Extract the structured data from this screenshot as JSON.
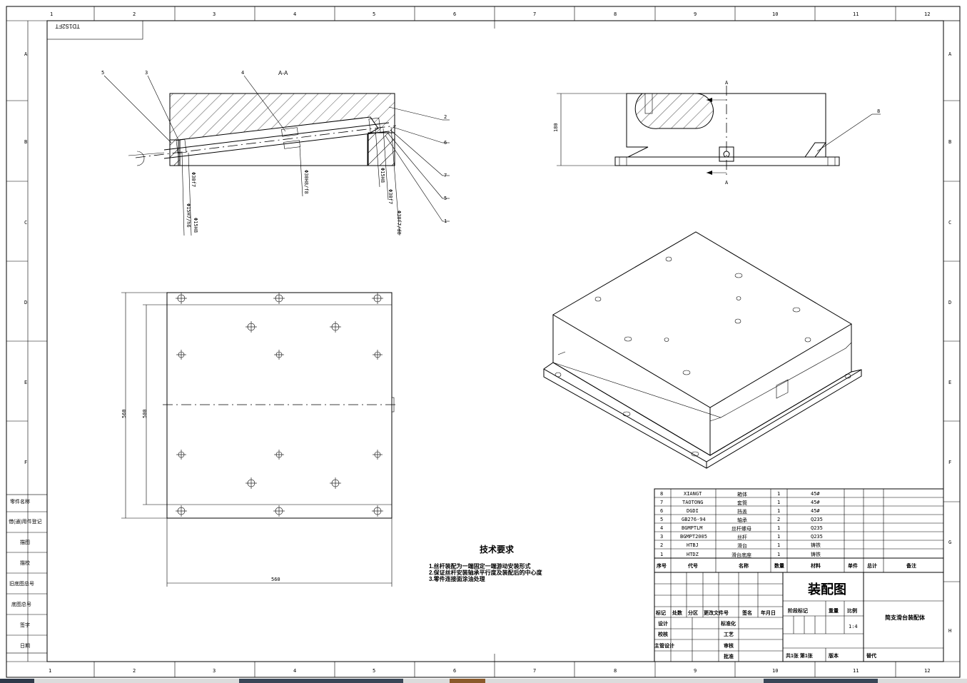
{
  "frame": {
    "columns": [
      "1",
      "2",
      "3",
      "4",
      "5",
      "6",
      "7",
      "8",
      "9",
      "10",
      "11",
      "12"
    ],
    "rows": [
      "A",
      "B",
      "C",
      "D",
      "E",
      "F",
      "G",
      "H"
    ]
  },
  "corner_code": "TD1S2FT",
  "section_label": "A-A",
  "section_callouts": [
    "5",
    "3",
    "4",
    "2",
    "6",
    "7",
    "5",
    "1"
  ],
  "section_dims": [
    "Φ15H7/h6",
    "Φ15H8",
    "Φ30f7",
    "Φ30H8/f8",
    "Φ15H8",
    "Φ30f7",
    "Φ30f7/d8"
  ],
  "side_view": {
    "height_dim": "180",
    "arrow_label": "A",
    "callout": "8"
  },
  "plan_view": {
    "outer_height": "560",
    "inner_height": "500",
    "width": "560"
  },
  "tech_requirements": {
    "title": "技术要求",
    "items": [
      "1.丝杆装配为一端固定一端游动安装形式",
      "2.保证丝杆安装轴承平行度及装配后的中心度",
      "3.零件连接面涂油处理"
    ]
  },
  "bom": {
    "rows": [
      {
        "no": "8",
        "code": "XIANGT",
        "name": "箱体",
        "qty": "1",
        "material": "45#"
      },
      {
        "no": "7",
        "code": "TAOTONG",
        "name": "套筒",
        "qty": "1",
        "material": "45#"
      },
      {
        "no": "6",
        "code": "DGDI",
        "name": "挡盖",
        "qty": "1",
        "material": "45#"
      },
      {
        "no": "5",
        "code": "GB276-94",
        "name": "轴承",
        "qty": "2",
        "material": "Q235"
      },
      {
        "no": "4",
        "code": "BGMPTLM",
        "name": "丝杆螺母",
        "qty": "1",
        "material": "Q235"
      },
      {
        "no": "3",
        "code": "BGMPT2005",
        "name": "丝杆",
        "qty": "1",
        "material": "Q235"
      },
      {
        "no": "2",
        "code": "HTBJ",
        "name": "滑台",
        "qty": "1",
        "material": "铸铁"
      },
      {
        "no": "1",
        "code": "HTDZ",
        "name": "滑台底座",
        "qty": "1",
        "material": "铸铁"
      }
    ],
    "header": [
      "序号",
      "代号",
      "名称",
      "数量",
      "材料",
      "单件",
      "总计",
      "备注"
    ]
  },
  "title_block": {
    "drawing_title": "装配图",
    "part_name": "简支滑台装配体",
    "scale_label": "比例",
    "scale": "1:4",
    "weight_label": "重量",
    "stage_label": "阶段标记",
    "row_labels": [
      "标记",
      "处数",
      "分区",
      "更改文件号",
      "签名",
      "年月日"
    ],
    "roles": [
      "设计",
      "校核",
      "主管设计"
    ],
    "roles2": [
      "标准化",
      "工艺",
      "审核",
      "批准"
    ],
    "sheet_info": "共1张 第1张",
    "version": "版本",
    "replace": "替代"
  },
  "left_strip": [
    "零件名称",
    "借(通)用件登记",
    "描图",
    "描校",
    "旧底图总号",
    "底图总号",
    "签字",
    "日期"
  ],
  "bottom_bar_colors": {
    "accent": "#8b5a2b",
    "dark": "#2f3a4a"
  }
}
